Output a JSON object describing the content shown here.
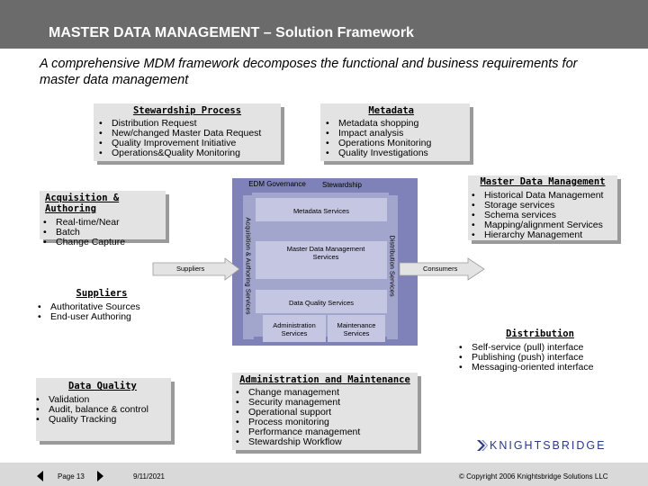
{
  "header": {
    "title": "MASTER DATA MANAGEMENT – Solution Framework"
  },
  "subtitle": "A comprehensive MDM framework decomposes the functional and business requirements for master data management",
  "panels": {
    "stewardship": {
      "title": "Stewardship Process",
      "items": [
        "Distribution Request",
        "New/changed Master Data Request",
        "Quality Improvement Initiative",
        "Operations&Quality Monitoring"
      ]
    },
    "metadata": {
      "title": "Metadata",
      "items": [
        "Metadata shopping",
        "Impact analysis",
        "Operations Monitoring",
        "Quality Investigations"
      ]
    },
    "acquisition": {
      "title": "Acquisition & Authoring",
      "items": [
        "Real-time/Near",
        "Batch",
        "Change Capture"
      ]
    },
    "mdm": {
      "title": "Master Data Management",
      "items": [
        "Historical Data Management",
        "Storage services",
        "Schema services",
        "Mapping/alignment Services",
        "Hierarchy Management"
      ]
    },
    "suppliers": {
      "title": "Suppliers",
      "items": [
        "Authoritative Sources",
        "End-user Authoring"
      ]
    },
    "distribution": {
      "title": "Distribution",
      "items": [
        "Self-service (pull) interface",
        "Publishing (push) interface",
        "Messaging-oriented interface"
      ]
    },
    "quality": {
      "title": "Data Quality",
      "items": [
        "Validation",
        "Audit, balance & control",
        "Quality Tracking"
      ]
    },
    "admin": {
      "title": "Administration and Maintenance",
      "items": [
        "Change management",
        "Security management",
        "Operational support",
        "Process monitoring",
        "Performance management",
        "Stewardship Workflow"
      ]
    }
  },
  "diagram": {
    "edm_governance": "EDM Governance",
    "stewardship": "Stewardship",
    "metadata_services": "Metadata Services",
    "acquisition_services": "Acquisition & Authoring Services",
    "distribution_services": "Distribution Services",
    "core": "Master Data Management Services",
    "quality_services": "Data Quality Services",
    "admin_services": "Administration Services",
    "maintenance_services": "Maintenance Services",
    "suppliers": "Suppliers",
    "consumers": "Consumers"
  },
  "logo": {
    "text": "KNIGHTSBRIDGE"
  },
  "footer": {
    "page": "Page 13",
    "date": "9/11/2021",
    "copyright": "© Copyright 2006 Knightsbridge Solutions LLC"
  },
  "colors": {
    "title_bar": "#6b6b6b",
    "panel": "#e3e3e3",
    "diagram_blue": "#7f82b8",
    "logo_blue": "#2a3a85"
  }
}
